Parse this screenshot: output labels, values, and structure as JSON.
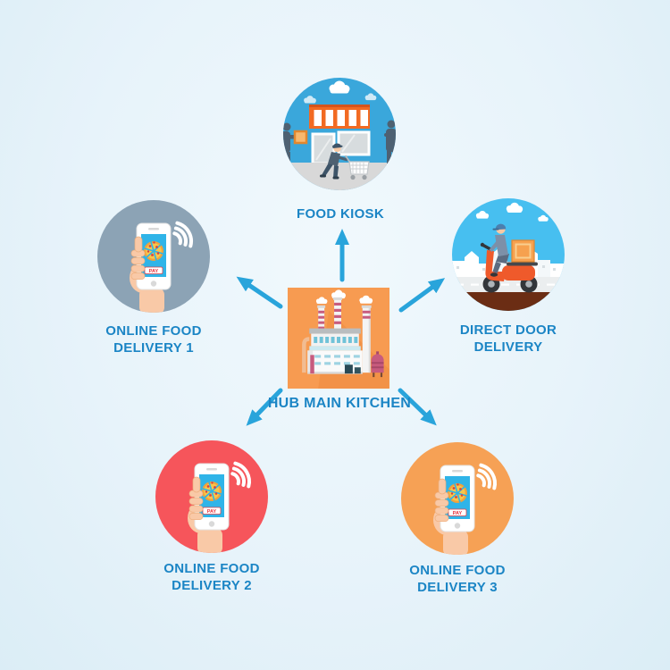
{
  "diagram": {
    "hub": {
      "label": "HUB MAIN KITCHEN"
    },
    "nodes": {
      "kiosk": {
        "line1": "FOOD KIOSK"
      },
      "delivery1": {
        "line1": "ONLINE FOOD",
        "line2": "DELIVERY 1"
      },
      "direct": {
        "line1": "DIRECT DOOR",
        "line2": "DELIVERY"
      },
      "delivery2": {
        "line1": "ONLINE FOOD",
        "line2": "DELIVERY 2"
      },
      "delivery3": {
        "line1": "ONLINE FOOD",
        "line2": "DELIVERY 3"
      }
    },
    "phone": {
      "pay_label": "PAY"
    },
    "colors": {
      "label_text": "#1B85C5",
      "arrow": "#29A4DB",
      "hub_square": "#F79B51",
      "kiosk_circle": "#3AA7DB",
      "delivery1_circle": "#8CA3B5",
      "direct_sky": "#47BFF0",
      "delivery2_circle": "#F6555B",
      "delivery3_circle": "#F6A155"
    }
  }
}
